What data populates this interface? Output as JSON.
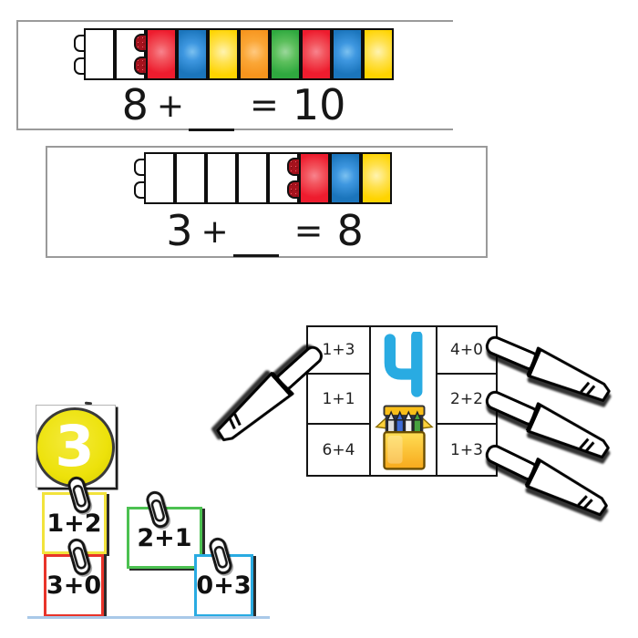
{
  "colors": {
    "cube_red": "#EE1C2E",
    "cube_blue": "#1B75BC",
    "cube_yellow": "#FFD400",
    "cube_orange": "#F7941D",
    "cube_green": "#2FA93F",
    "cube_white": "#FFFFFF",
    "glitter_nub_red": "#A6121D",
    "big_four_blue": "#29ABE2",
    "circle_yellow": "#EDE20B",
    "floor_line_blue": "#A9C9E9",
    "frame_gray": "#9A9A9A",
    "ink": "#161616"
  },
  "problem1": {
    "cubes": [
      "white",
      "white",
      "red",
      "blue",
      "yellow",
      "orange",
      "green",
      "red",
      "blue",
      "yellow"
    ],
    "equation": {
      "first_addend": "8",
      "plus_sign": "+",
      "equals_sign": "=",
      "total": "10"
    }
  },
  "problem2": {
    "cubes": [
      "white",
      "white",
      "white",
      "white",
      "white",
      "red",
      "blue",
      "yellow"
    ],
    "equation": {
      "first_addend": "3",
      "plus_sign": "+",
      "equals_sign": "=",
      "total": "8"
    }
  },
  "clip_card": {
    "target_number": "4",
    "center_image": "crayon-box",
    "left_cells": [
      "1+3",
      "1+1",
      "6+4"
    ],
    "right_cells": [
      "4+0",
      "2+2",
      "1+3"
    ],
    "clothespin_count": 4
  },
  "sort_activity": {
    "target_number": "3",
    "cards": [
      {
        "label": "1+2",
        "border_color": "#F2E33C"
      },
      {
        "label": "3+0",
        "border_color": "#E8342A"
      },
      {
        "label": "2+1",
        "border_color": "#4CC151"
      },
      {
        "label": "0+3",
        "border_color": "#29ABE2"
      }
    ]
  }
}
